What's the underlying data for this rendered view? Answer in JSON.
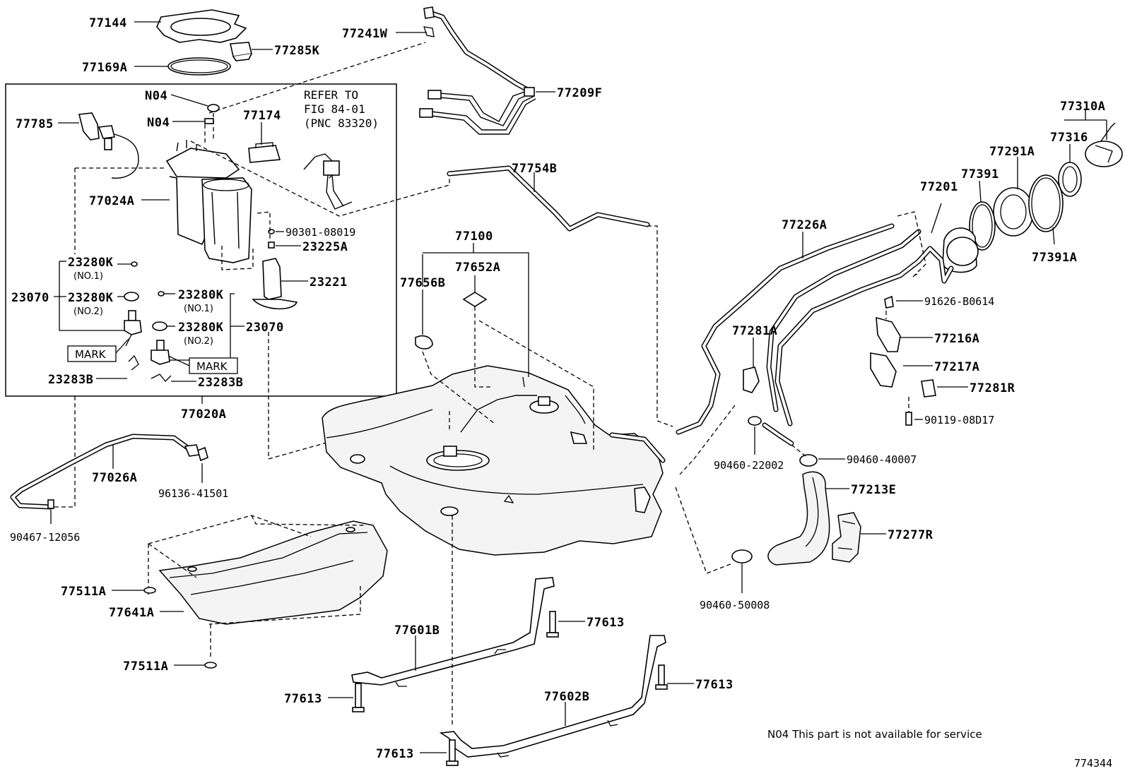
{
  "labels": {
    "p77144": "77144",
    "p77285K": "77285K",
    "p77169A": "77169A",
    "p77241W": "77241W",
    "p77209F": "77209F",
    "p77310A": "77310A",
    "p77316": "77316",
    "p77291A": "77291A",
    "p77391": "77391",
    "p77201": "77201",
    "p77391A": "77391A",
    "p77226A": "77226A",
    "p77754B": "77754B",
    "p77100": "77100",
    "p77652A": "77652A",
    "p77656B": "77656B",
    "pN04a": "N04",
    "pN04b": "N04",
    "p77174": "77174",
    "p77785": "77785",
    "p77024A": "77024A",
    "p90301": "90301-08019",
    "p23225A": "23225A",
    "p23221": "23221",
    "p23280Ka": "23280K",
    "p23280Kb": "23280K",
    "p23280Kc": "23280K",
    "p23280Kd": "23280K",
    "p23070a": "23070",
    "p23070b": "23070",
    "no1a": "(NO.1)",
    "no2a": "(NO.2)",
    "no1b": "(NO.1)",
    "no2b": "(NO.2)",
    "marka": "MARK",
    "markb": "MARK",
    "p23283Ba": "23283B",
    "p23283Bb": "23283B",
    "p77020A": "77020A",
    "p77026A": "77026A",
    "p96136": "96136-41501",
    "p90467": "90467-12056",
    "p91626": "91626-B0614",
    "p77216A": "77216A",
    "p77217A": "77217A",
    "p77281R": "77281R",
    "p90119": "90119-08D17",
    "p77281A": "77281A",
    "p90460a": "90460-22002",
    "p90460b": "90460-40007",
    "p77213E": "77213E",
    "p77277R": "77277R",
    "p90460c": "90460-50008",
    "p77511Aa": "77511A",
    "p77641A": "77641A",
    "p77511Ab": "77511A",
    "p77601B": "77601B",
    "p77613a": "77613",
    "p77613b": "77613",
    "p77613c": "77613",
    "p77613d": "77613",
    "p77602B": "77602B"
  },
  "refer": {
    "line1": "REFER TO",
    "line2": "FIG 84-01",
    "line3": "(PNC 83320)"
  },
  "footnote": "N04 This part is not available for service",
  "figure_number": "774344"
}
